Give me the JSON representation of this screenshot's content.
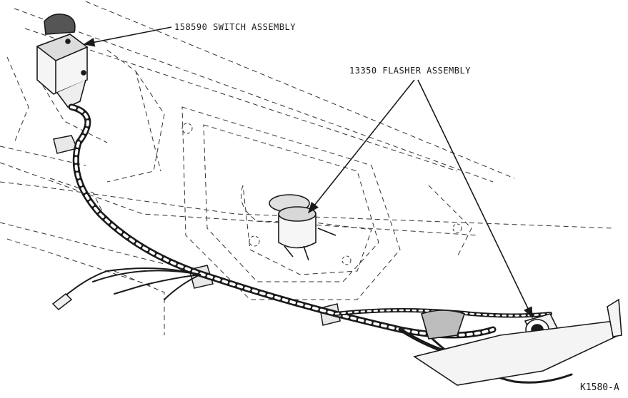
{
  "labels": {
    "switch_assembly": "158590 SWITCH ASSEMBLY",
    "flasher_assembly": "13350 FLASHER ASSEMBLY",
    "figure_id": "K1580-A"
  },
  "colors": {
    "ink": "#1a1a1a",
    "background": "#ffffff"
  }
}
